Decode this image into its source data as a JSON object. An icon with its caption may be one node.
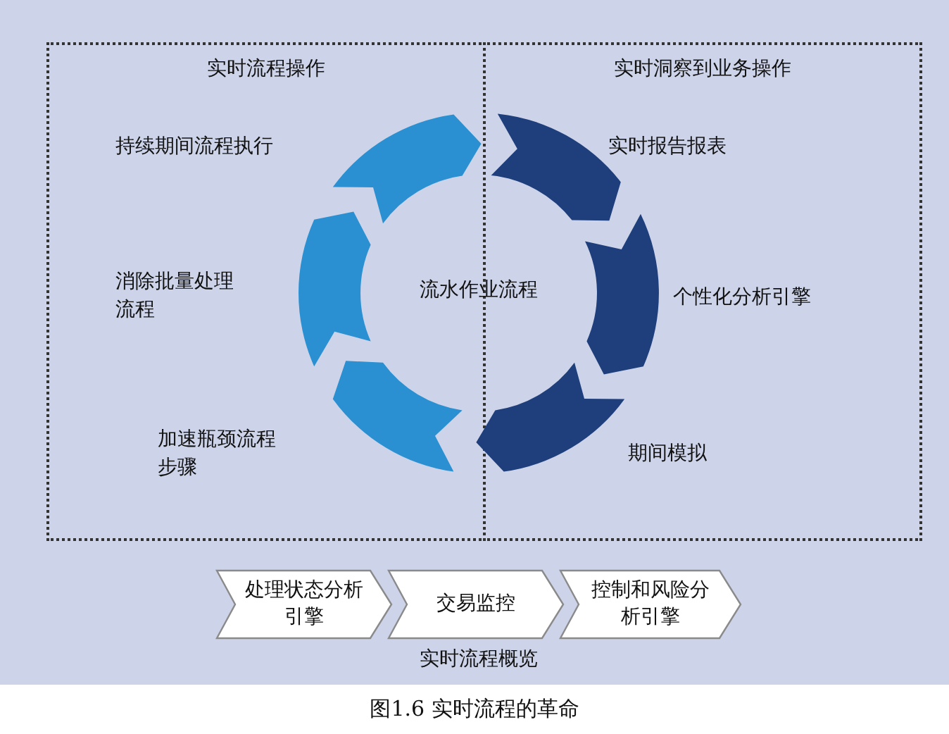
{
  "diagram": {
    "caption": "图1.6 实时流程的革命",
    "nodes": [
      {
        "text": [
          "实时流程操作"
        ]
      },
      {
        "text": [
          "实时洞察到业务操作"
        ]
      },
      {
        "text": [
          "流水作业流程"
        ]
      },
      {
        "text": [
          "处理状态分析引擎"
        ]
      },
      {
        "text": [
          "交易监控"
        ]
      },
      {
        "text": [
          "控制和风险分析引擎"
        ]
      }
    ],
    "labels": [
      "持续期间流程执行",
      "实时报告报表",
      "消除批量处理流程",
      "个性化分析引擎",
      "加速瓶颈流程步骤",
      "期间模拟",
      "实时流程概览"
    ]
  }
}
